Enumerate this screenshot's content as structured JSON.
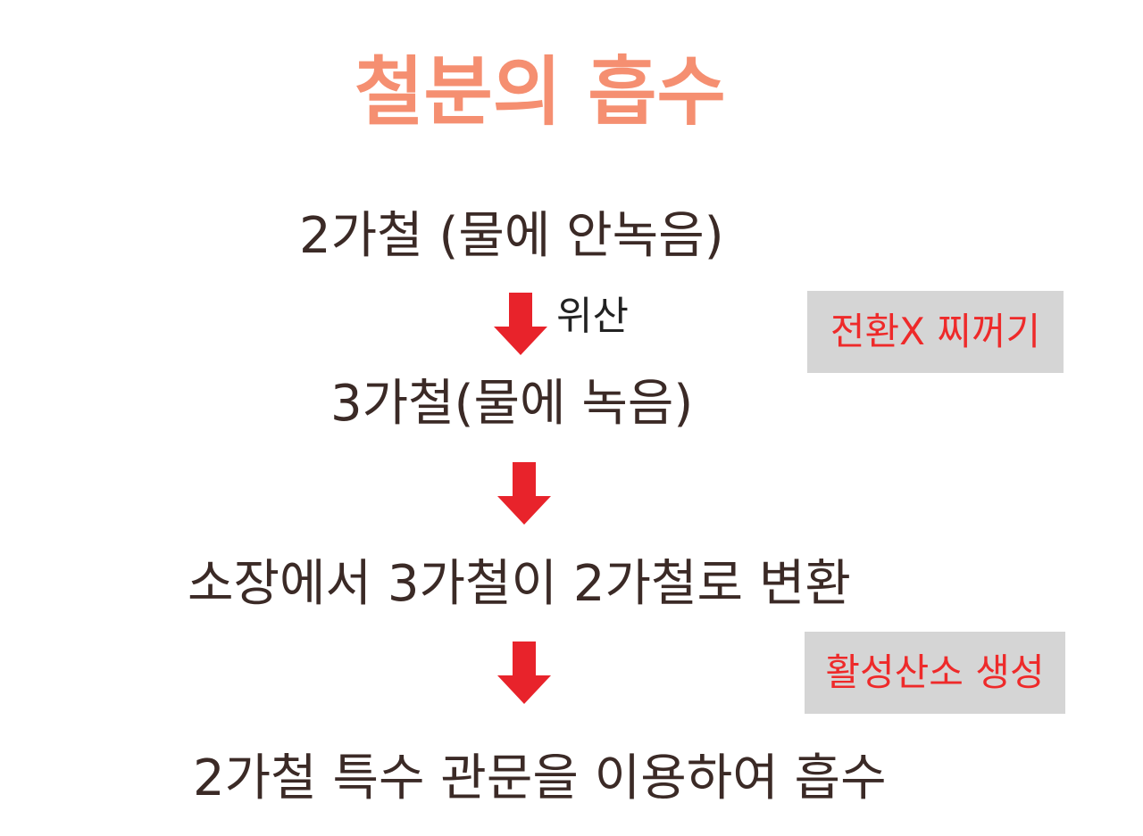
{
  "title": "철분의 흡수",
  "steps": [
    "2가철 (물에 안녹음)",
    "3가철(물에 녹음)",
    "소장에서 3가철이 2가철로 변환",
    "2가철 특수 관문을 이용하여 흡수"
  ],
  "arrow_label": "위산",
  "notes": [
    "전환X 찌꺼기",
    "활성산소 생성"
  ],
  "colors": {
    "title": "#f58f71",
    "text": "#3b2a26",
    "arrow": "#e8232b",
    "note_text": "#ee2a2a",
    "note_bg": "#d5d5d5"
  },
  "icons": {
    "arrow": "down-arrow-icon"
  }
}
